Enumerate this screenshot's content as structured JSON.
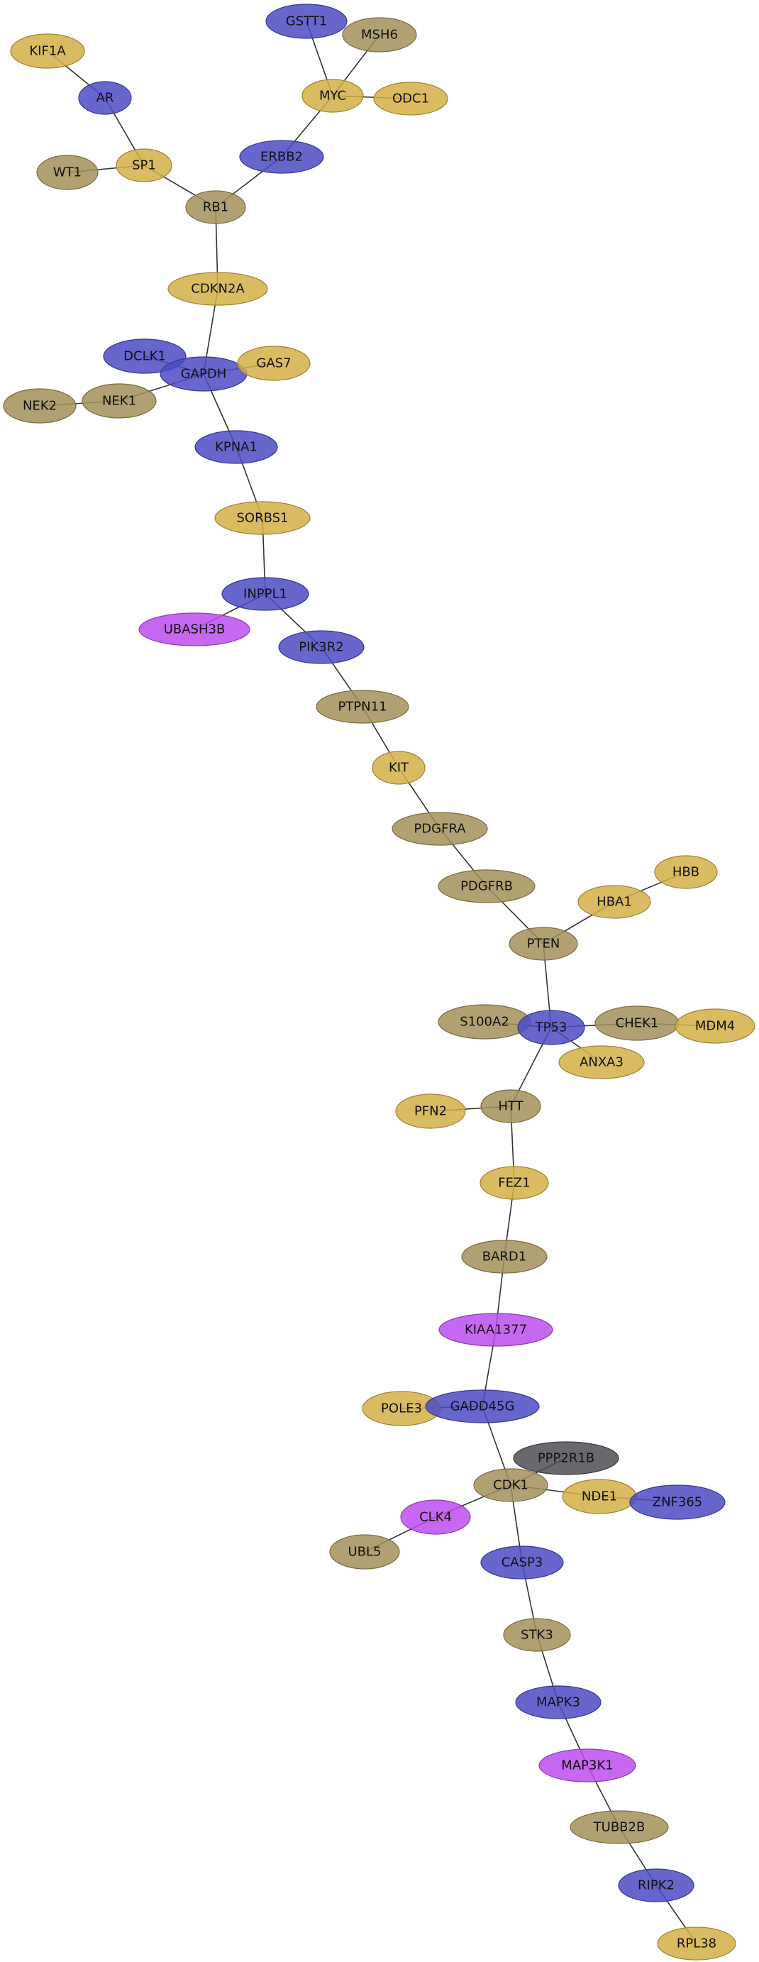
{
  "palette": {
    "gold": "#d4af47",
    "olive": "#a38f58",
    "blue": "#4b4bc4",
    "purple": "#bd4ef0",
    "gray": "#4e4e54"
  },
  "nodes": [
    {
      "id": "KIF1A",
      "label": "KIF1A",
      "color": "gold"
    },
    {
      "id": "AR",
      "label": "AR",
      "color": "blue"
    },
    {
      "id": "SP1",
      "label": "SP1",
      "color": "gold"
    },
    {
      "id": "WT1",
      "label": "WT1",
      "color": "olive"
    },
    {
      "id": "RB1",
      "label": "RB1",
      "color": "olive"
    },
    {
      "id": "GSTT1",
      "label": "GSTT1",
      "color": "blue"
    },
    {
      "id": "MSH6",
      "label": "MSH6",
      "color": "olive"
    },
    {
      "id": "MYC",
      "label": "MYC",
      "color": "gold"
    },
    {
      "id": "ODC1",
      "label": "ODC1",
      "color": "gold"
    },
    {
      "id": "ERBB2",
      "label": "ERBB2",
      "color": "blue"
    },
    {
      "id": "CDKN2A",
      "label": "CDKN2A",
      "color": "gold"
    },
    {
      "id": "DCLK1",
      "label": "DCLK1",
      "color": "blue"
    },
    {
      "id": "GAPDH",
      "label": "GAPDH",
      "color": "blue"
    },
    {
      "id": "GAS7",
      "label": "GAS7",
      "color": "gold"
    },
    {
      "id": "NEK2",
      "label": "NEK2",
      "color": "olive"
    },
    {
      "id": "NEK1",
      "label": "NEK1",
      "color": "olive"
    },
    {
      "id": "KPNA1",
      "label": "KPNA1",
      "color": "blue"
    },
    {
      "id": "SORBS1",
      "label": "SORBS1",
      "color": "gold"
    },
    {
      "id": "INPPL1",
      "label": "INPPL1",
      "color": "blue"
    },
    {
      "id": "UBASH3B",
      "label": "UBASH3B",
      "color": "purple"
    },
    {
      "id": "PIK3R2",
      "label": "PIK3R2",
      "color": "blue"
    },
    {
      "id": "PTPN11",
      "label": "PTPN11",
      "color": "olive"
    },
    {
      "id": "KIT",
      "label": "KIT",
      "color": "gold"
    },
    {
      "id": "PDGFRA",
      "label": "PDGFRA",
      "color": "olive"
    },
    {
      "id": "PDGFRB",
      "label": "PDGFRB",
      "color": "olive"
    },
    {
      "id": "HBB",
      "label": "HBB",
      "color": "gold"
    },
    {
      "id": "HBA1",
      "label": "HBA1",
      "color": "gold"
    },
    {
      "id": "PTEN",
      "label": "PTEN",
      "color": "olive"
    },
    {
      "id": "S100A2",
      "label": "S100A2",
      "color": "olive"
    },
    {
      "id": "TP53",
      "label": "TP53",
      "color": "blue"
    },
    {
      "id": "CHEK1",
      "label": "CHEK1",
      "color": "olive"
    },
    {
      "id": "MDM4",
      "label": "MDM4",
      "color": "gold"
    },
    {
      "id": "ANXA3",
      "label": "ANXA3",
      "color": "gold"
    },
    {
      "id": "PFN2",
      "label": "PFN2",
      "color": "gold"
    },
    {
      "id": "HTT",
      "label": "HTT",
      "color": "olive"
    },
    {
      "id": "FEZ1",
      "label": "FEZ1",
      "color": "gold"
    },
    {
      "id": "BARD1",
      "label": "BARD1",
      "color": "olive"
    },
    {
      "id": "KIAA1377",
      "label": "KIAA1377",
      "color": "purple"
    },
    {
      "id": "POLE3",
      "label": "POLE3",
      "color": "gold"
    },
    {
      "id": "GADD45G",
      "label": "GADD45G",
      "color": "blue"
    },
    {
      "id": "PPP2R1B",
      "label": "PPP2R1B",
      "color": "gray"
    },
    {
      "id": "CDK1",
      "label": "CDK1",
      "color": "olive"
    },
    {
      "id": "NDE1",
      "label": "NDE1",
      "color": "gold"
    },
    {
      "id": "ZNF365",
      "label": "ZNF365",
      "color": "blue"
    },
    {
      "id": "CLK4",
      "label": "CLK4",
      "color": "purple"
    },
    {
      "id": "UBL5",
      "label": "UBL5",
      "color": "olive"
    },
    {
      "id": "CASP3",
      "label": "CASP3",
      "color": "blue"
    },
    {
      "id": "STK3",
      "label": "STK3",
      "color": "olive"
    },
    {
      "id": "MAPK3",
      "label": "MAPK3",
      "color": "blue"
    },
    {
      "id": "MAP3K1",
      "label": "MAP3K1",
      "color": "purple"
    },
    {
      "id": "TUBB2B",
      "label": "TUBB2B",
      "color": "olive"
    },
    {
      "id": "RIPK2",
      "label": "RIPK2",
      "color": "blue"
    },
    {
      "id": "RPL38",
      "label": "RPL38",
      "color": "gold"
    }
  ],
  "edges": [
    [
      "KIF1A",
      "AR"
    ],
    [
      "AR",
      "SP1"
    ],
    [
      "WT1",
      "SP1"
    ],
    [
      "SP1",
      "RB1"
    ],
    [
      "GSTT1",
      "MYC"
    ],
    [
      "MSH6",
      "MYC"
    ],
    [
      "MYC",
      "ODC1"
    ],
    [
      "MYC",
      "ERBB2"
    ],
    [
      "ERBB2",
      "RB1"
    ],
    [
      "RB1",
      "CDKN2A"
    ],
    [
      "CDKN2A",
      "GAPDH"
    ],
    [
      "DCLK1",
      "GAPDH"
    ],
    [
      "GAPDH",
      "GAS7"
    ],
    [
      "GAPDH",
      "NEK1"
    ],
    [
      "NEK1",
      "NEK2"
    ],
    [
      "GAPDH",
      "KPNA1"
    ],
    [
      "KPNA1",
      "SORBS1"
    ],
    [
      "SORBS1",
      "INPPL1"
    ],
    [
      "INPPL1",
      "UBASH3B"
    ],
    [
      "INPPL1",
      "PIK3R2"
    ],
    [
      "PIK3R2",
      "PTPN11"
    ],
    [
      "PTPN11",
      "KIT"
    ],
    [
      "KIT",
      "PDGFRA"
    ],
    [
      "PDGFRA",
      "PDGFRB"
    ],
    [
      "PDGFRB",
      "PTEN"
    ],
    [
      "HBB",
      "HBA1"
    ],
    [
      "HBA1",
      "PTEN"
    ],
    [
      "PTEN",
      "TP53"
    ],
    [
      "S100A2",
      "TP53"
    ],
    [
      "TP53",
      "CHEK1"
    ],
    [
      "CHEK1",
      "MDM4"
    ],
    [
      "TP53",
      "ANXA3"
    ],
    [
      "TP53",
      "HTT"
    ],
    [
      "PFN2",
      "HTT"
    ],
    [
      "HTT",
      "FEZ1"
    ],
    [
      "FEZ1",
      "BARD1"
    ],
    [
      "BARD1",
      "KIAA1377"
    ],
    [
      "KIAA1377",
      "GADD45G"
    ],
    [
      "POLE3",
      "GADD45G"
    ],
    [
      "GADD45G",
      "CDK1"
    ],
    [
      "PPP2R1B",
      "CDK1"
    ],
    [
      "CDK1",
      "NDE1"
    ],
    [
      "NDE1",
      "ZNF365"
    ],
    [
      "CDK1",
      "CLK4"
    ],
    [
      "CLK4",
      "UBL5"
    ],
    [
      "CDK1",
      "CASP3"
    ],
    [
      "CASP3",
      "STK3"
    ],
    [
      "STK3",
      "MAPK3"
    ],
    [
      "MAPK3",
      "MAP3K1"
    ],
    [
      "MAP3K1",
      "TUBB2B"
    ],
    [
      "TUBB2B",
      "RIPK2"
    ],
    [
      "RIPK2",
      "RPL38"
    ]
  ]
}
